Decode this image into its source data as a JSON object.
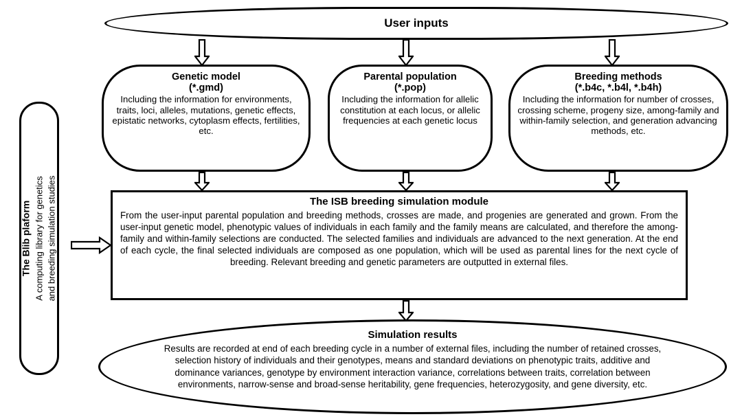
{
  "diagram": {
    "title_shape": {
      "label": "User inputs"
    },
    "inputs": [
      {
        "name": "genetic-model",
        "title": "Genetic model",
        "subtitle": "(*.gmd)",
        "body": "Including the information for environments, traits, loci, alleles, mutations, genetic effects, epistatic networks, cytoplasm effects, fertilities, etc."
      },
      {
        "name": "parental-population",
        "title": "Parental population",
        "subtitle": "(*.pop)",
        "body": "Including the information for allelic constitution at each locus, or allelic frequencies at each genetic locus"
      },
      {
        "name": "breeding-methods",
        "title": "Breeding methods",
        "subtitle": "(*.b4c, *.b4l, *.b4h)",
        "body": "Including the information for number of crosses, crossing scheme, progeny size, among-family and within-family selection, and generation advancing methods, etc."
      }
    ],
    "module": {
      "title": "The ISB breeding simulation module",
      "body": "From the user-input parental population and breeding methods, crosses are made, and progenies are generated and grown. From the user-input genetic model, phenotypic values of individuals in each family and the family means are calculated, and therefore the among-family and within-family selections are conducted. The selected families and individuals are advanced to the next generation. At the end of each cycle, the final selected individuals are  composed as one population, which will be used as parental lines for the next cycle of breeding. Relevant breeding and genetic parameters are outputted in external files."
    },
    "results": {
      "title": "Simulation results",
      "body": "Results are recorded at end of each breeding cycle in a number of external files, including the number of retained crosses, selection history of individuals and their genotypes, means and standard deviations on phenotypic traits, additive and dominance variances, genotype by environment interaction variance, correlations between traits, correlation between environments, narrow-sense and broad-sense heritability, gene frequencies, heterozygosity, and gene diversity, etc."
    },
    "platform": {
      "title": "The Blib plaform",
      "subtitle_line1": "A computing library for genetics",
      "subtitle_line2": "and breeding  simulation studies"
    },
    "colors": {
      "stroke": "#000000",
      "background": "#ffffff",
      "text": "#000000"
    }
  }
}
